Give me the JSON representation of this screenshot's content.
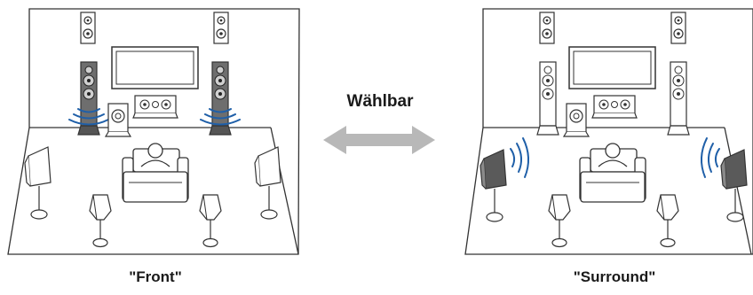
{
  "middle_label": "Wählbar",
  "left_room": {
    "caption": "\"Front\"",
    "highlighted_speakers": "front-presence"
  },
  "right_room": {
    "caption": "\"Surround\"",
    "highlighted_speakers": "surround-back"
  },
  "colors": {
    "line": "#333333",
    "fill_light": "#ffffff",
    "fill_dark": "#6b6b6b",
    "wave": "#1f5fa8",
    "arrow": "#b8b8b8"
  },
  "icons": [
    "speaker-icon",
    "tv-icon",
    "subwoofer-icon",
    "center-speaker-icon",
    "sofa-icon",
    "listener-icon",
    "sound-wave-icon",
    "double-arrow-icon"
  ]
}
